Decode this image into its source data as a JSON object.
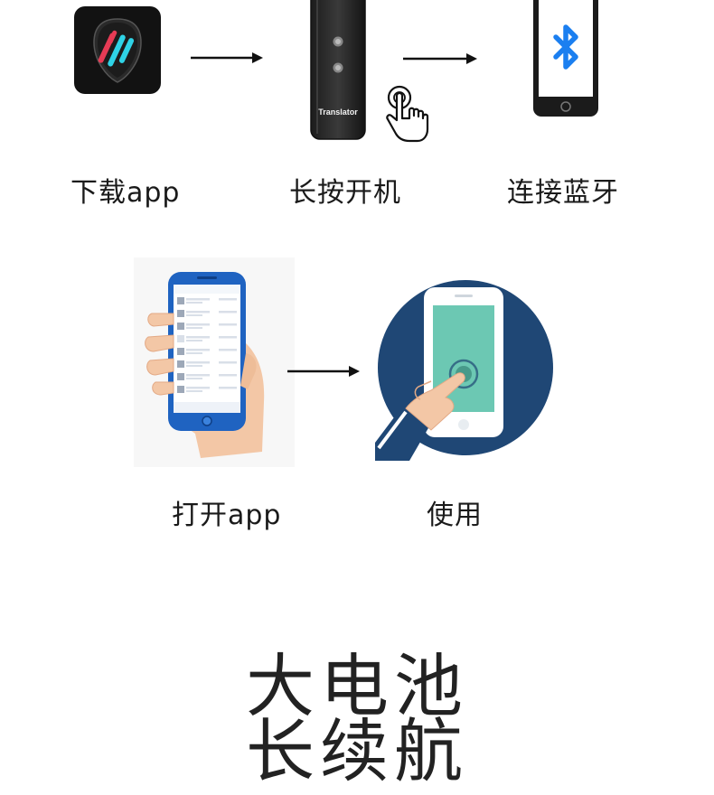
{
  "steps_row1": [
    {
      "label": "下载app",
      "icon": "app-logo-icon"
    },
    {
      "label": "长按开机",
      "icon": "translator-device-icon"
    },
    {
      "label": "连接蓝牙",
      "icon": "bluetooth-phone-icon"
    }
  ],
  "steps_row2": [
    {
      "label": "打开app",
      "icon": "hand-holding-phone-icon"
    },
    {
      "label": "使用",
      "icon": "finger-tap-phone-icon"
    }
  ],
  "device_text": "Translator",
  "headline_line1": "大电池",
  "headline_line2": "长续航",
  "colors": {
    "app_bg": "#121212",
    "bluetooth": "#1b7ff0",
    "phone_blue": "#1a66c2",
    "circle_navy": "#1f4775",
    "screen_teal": "#6cc8b3"
  }
}
